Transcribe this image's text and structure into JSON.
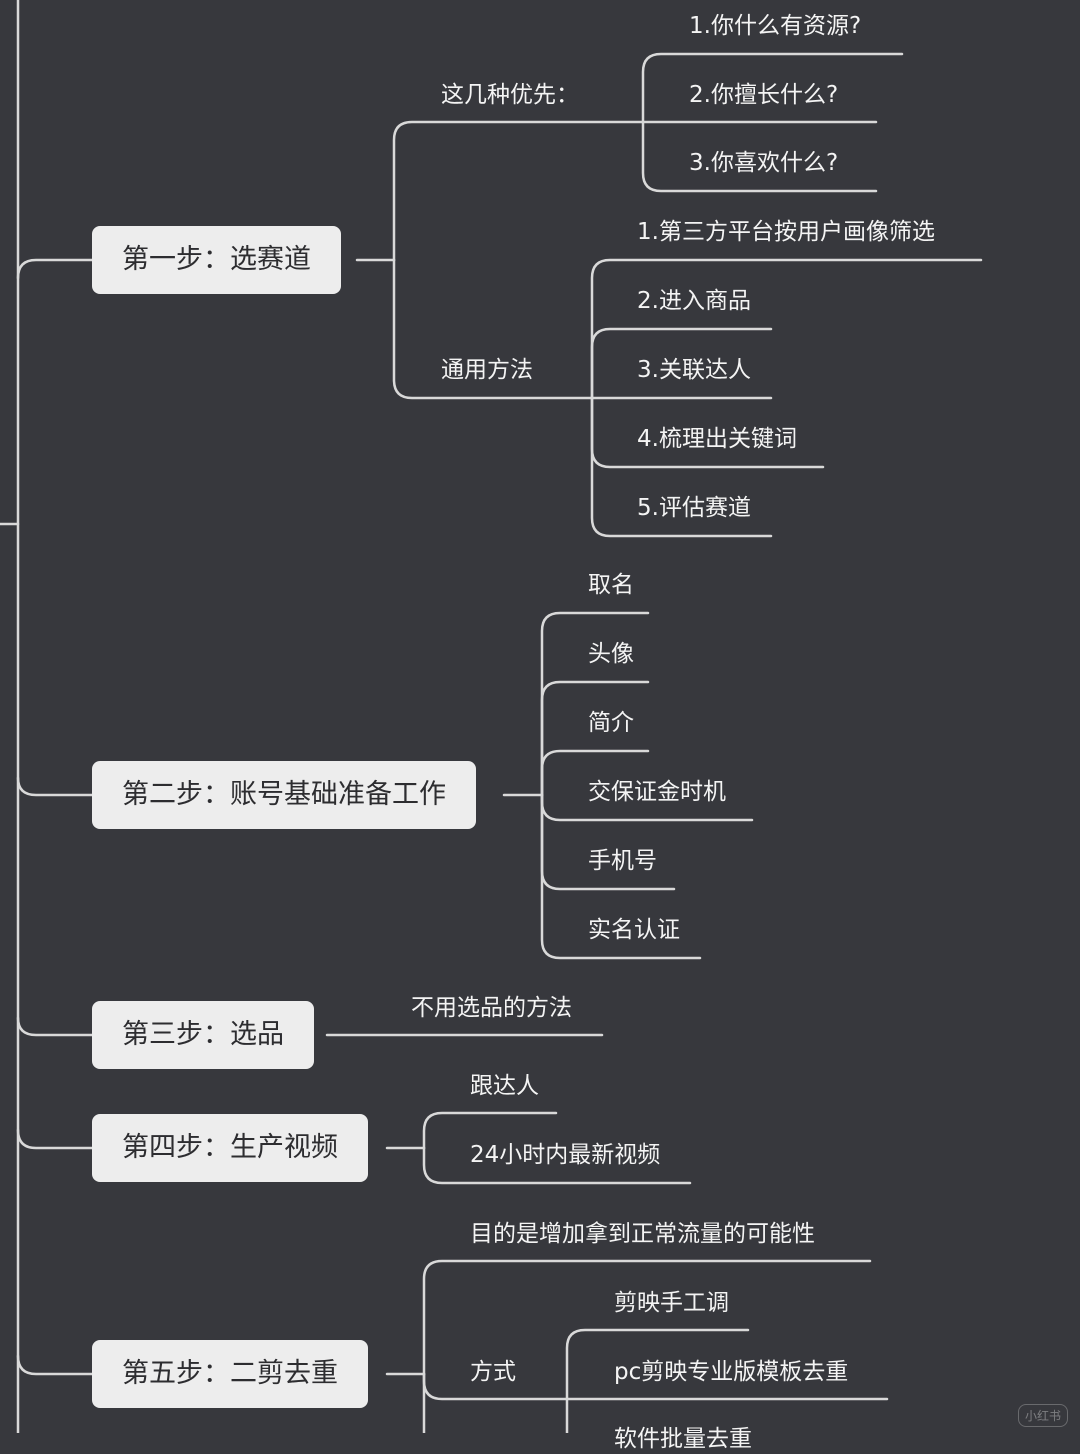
{
  "step1": {
    "title": "第一步：选赛道",
    "priority": {
      "label": "这几种优先：",
      "items": [
        "1.你什么有资源?",
        "2.你擅长什么?",
        "3.你喜欢什么?"
      ]
    },
    "method": {
      "label": "通用方法",
      "items": [
        "1.第三方平台按用户画像筛选",
        "2.进入商品",
        "3.关联达人",
        "4.梳理出关键词",
        "5.评估赛道"
      ]
    }
  },
  "step2": {
    "title": "第二步：账号基础准备工作",
    "items": [
      "取名",
      "头像",
      "简介",
      "交保证金时机",
      "手机号",
      "实名认证"
    ]
  },
  "step3": {
    "title": "第三步：选品",
    "items": [
      "不用选品的方法"
    ]
  },
  "step4": {
    "title": "第四步：生产视频",
    "items": [
      "跟达人",
      "24小时内最新视频"
    ]
  },
  "step5": {
    "title": "第五步：二剪去重",
    "goal": "目的是增加拿到正常流量的可能性",
    "method": {
      "label": "方式",
      "items": [
        "剪映手工调",
        "pc剪映专业版模板去重",
        "软件批量去重"
      ]
    }
  },
  "watermark": "小红书"
}
